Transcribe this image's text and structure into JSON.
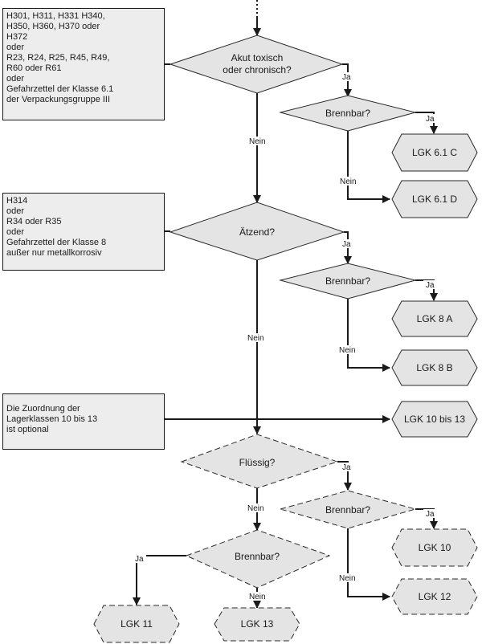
{
  "boxes": {
    "toxic_criteria": [
      "H301, H311, H331 H340,",
      "H350, H360, H370 oder",
      "H372",
      "oder",
      "R23, R24, R25, R45, R49,",
      "R60 oder R61",
      "oder",
      "Gefahrzettel der Klasse 6.1",
      "der Verpackungsgruppe III"
    ],
    "corrosive_criteria": [
      "H314",
      "oder",
      "R34 oder R35",
      "oder",
      "Gefahrzettel der Klasse 8",
      "außer nur metallkorrosiv"
    ],
    "optional_note": [
      "Die Zuordnung der",
      "Lagerklassen 10 bis 13",
      "ist optional"
    ]
  },
  "decisions": {
    "toxic": [
      "Akut toxisch",
      "oder chronisch?"
    ],
    "flammable_1": [
      "Brennbar?"
    ],
    "corrosive": [
      "Ätzend?"
    ],
    "flammable_2": [
      "Brennbar?"
    ],
    "liquid": [
      "Flüssig?"
    ],
    "flammable_3": [
      "Brennbar?"
    ],
    "flammable_4": [
      "Brennbar?"
    ]
  },
  "results": {
    "lgk_61c": "LGK 6.1 C",
    "lgk_61d": "LGK 6.1 D",
    "lgk_8a": "LGK 8 A",
    "lgk_8b": "LGK 8 B",
    "lgk_10_13": "LGK 10 bis 13",
    "lgk_10": "LGK 10",
    "lgk_12": "LGK 12",
    "lgk_11": "LGK 11",
    "lgk_13": "LGK 13"
  },
  "edge_labels": {
    "yes": "Ja",
    "no": "Nein"
  }
}
